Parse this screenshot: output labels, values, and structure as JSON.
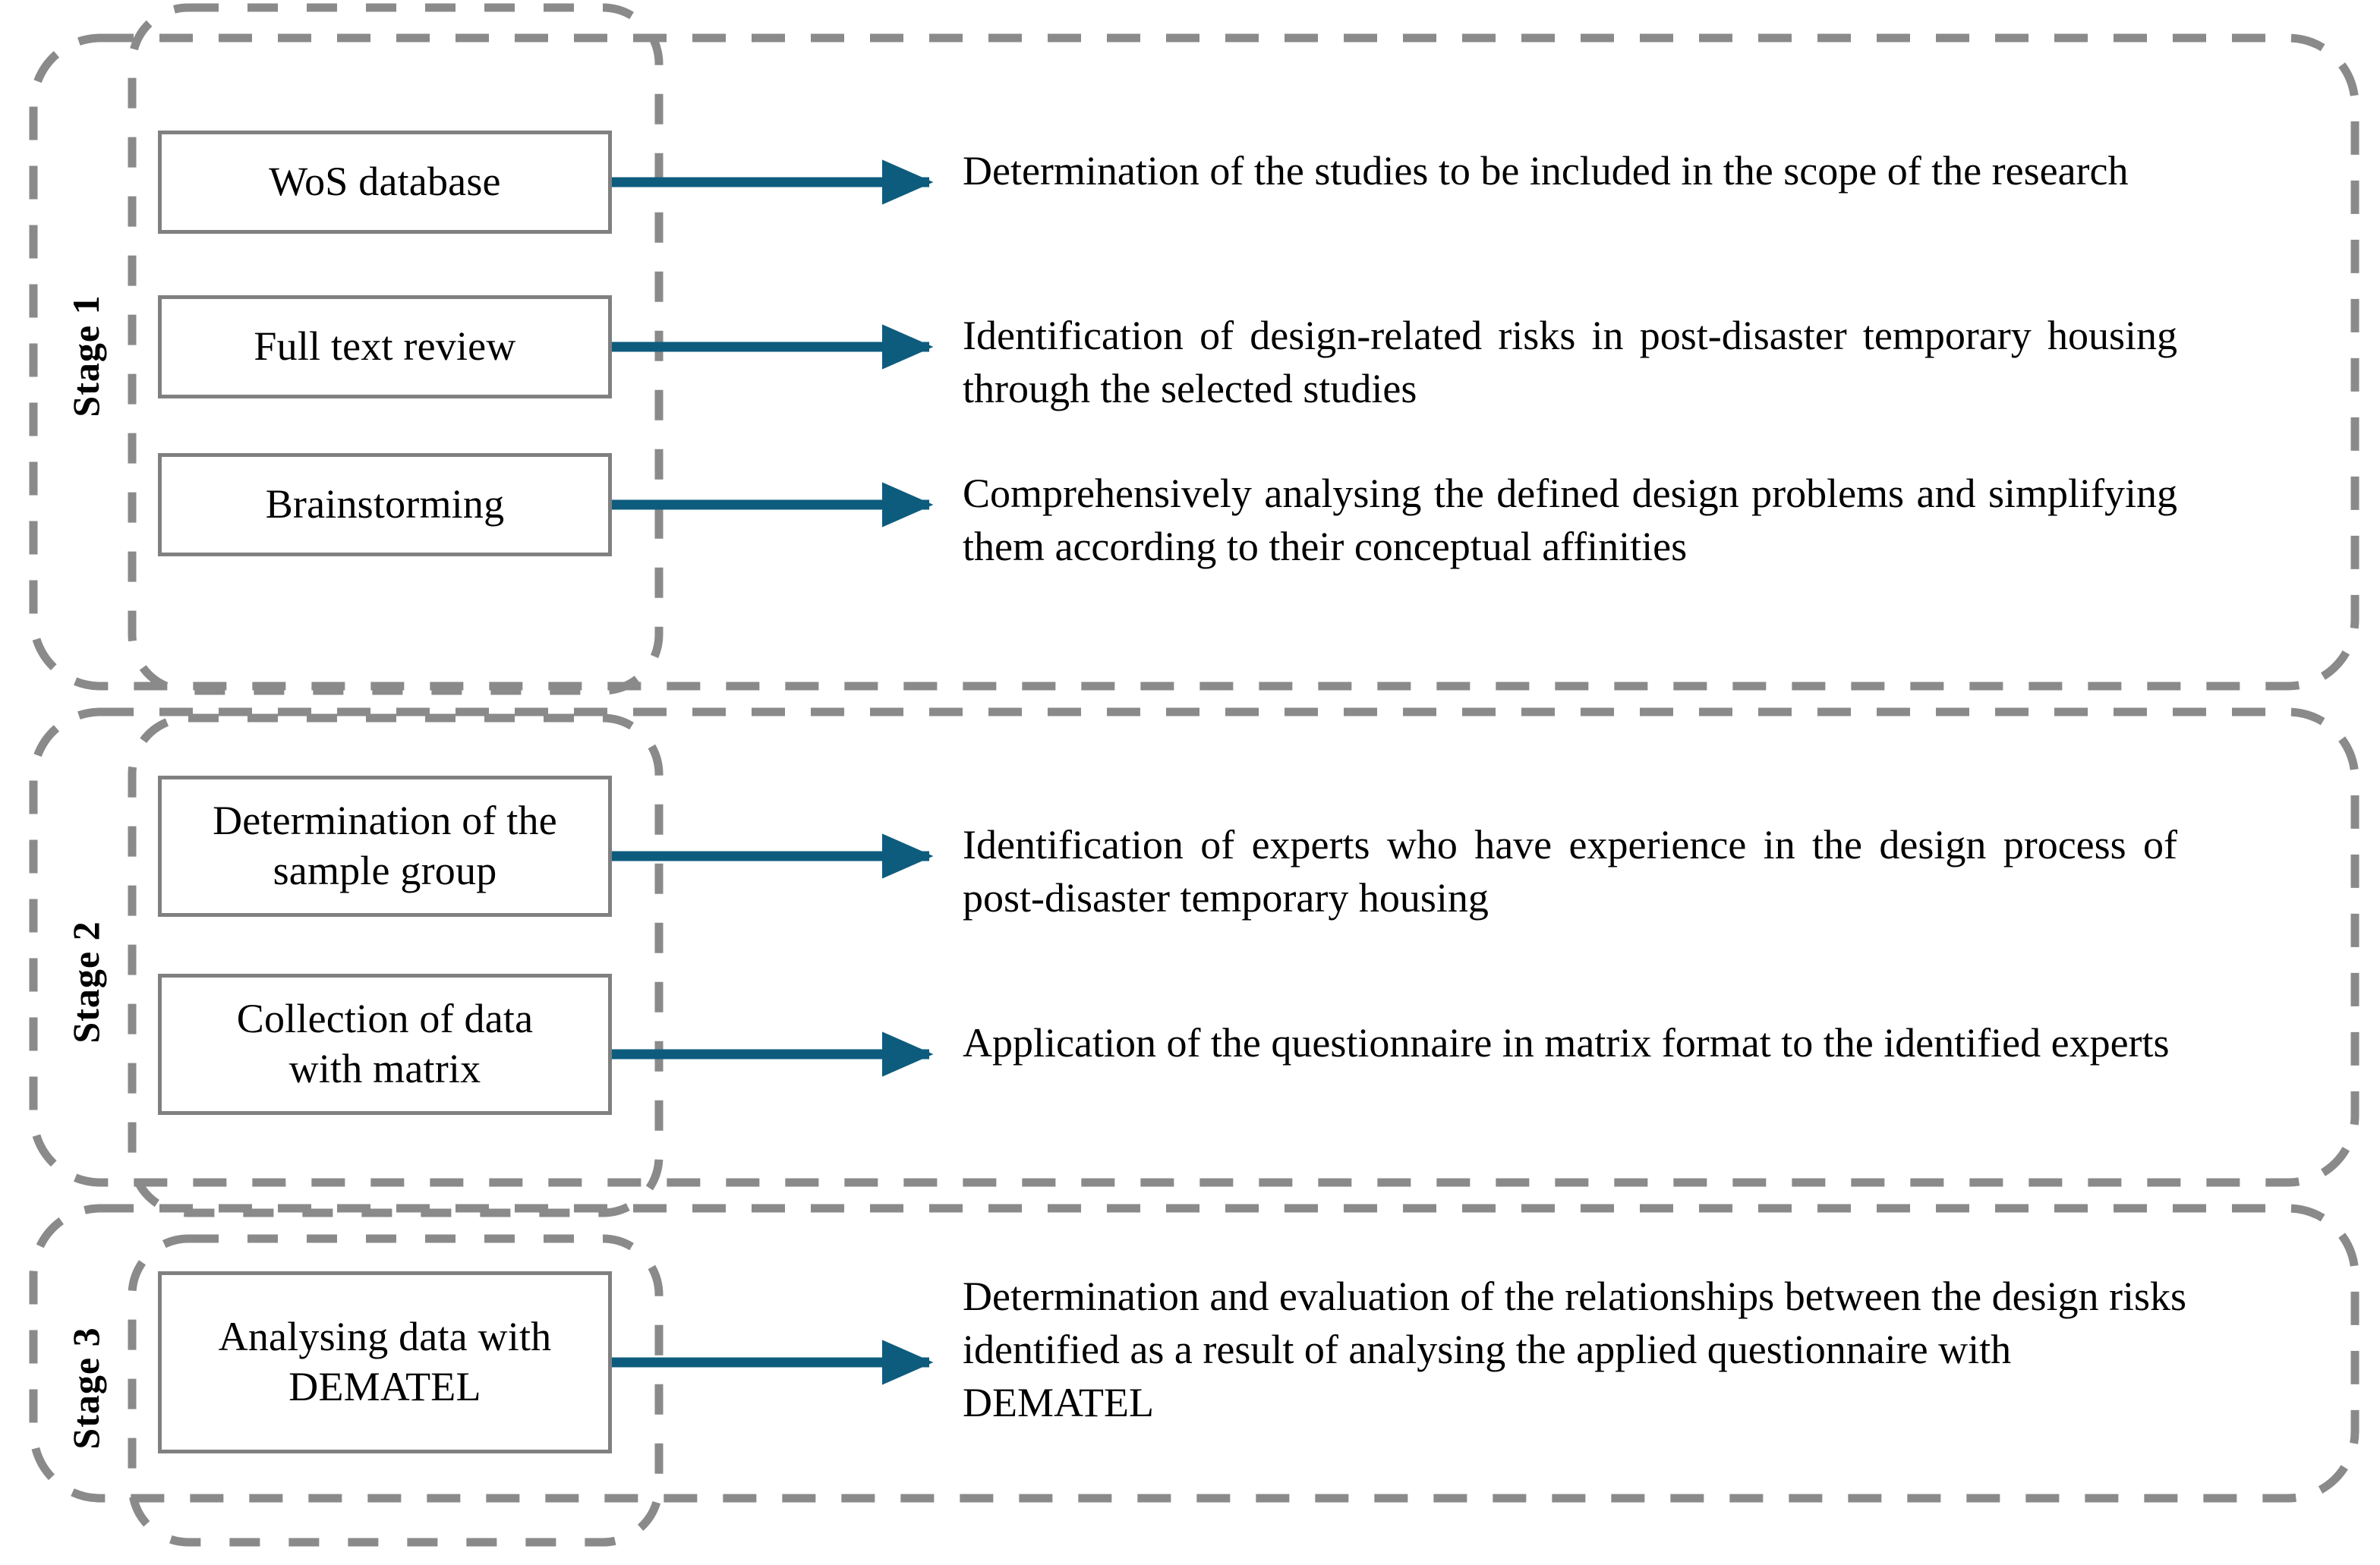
{
  "figure": {
    "type": "process-flow-diagram",
    "title": "Research methodology stages",
    "colors": {
      "arrow": "#0d5c7e",
      "box_border": "#808080",
      "dashed_container": "#8a8a8a",
      "text": "#000000",
      "background": "#ffffff"
    }
  },
  "stages": [
    {
      "id": "stage-1",
      "label": "Stage 1",
      "steps": [
        {
          "id": "step-wos-database",
          "box_label": "WoS database",
          "box_lines": [
            "WoS database"
          ],
          "description": "Determination of the studies to be included in the scope of the research",
          "arrow": "arrow-right-icon"
        },
        {
          "id": "step-full-text-review",
          "box_label": "Full text review",
          "box_lines": [
            "Full text review"
          ],
          "description": "Identification of design-related risks in post-disaster temporary housing through the selected studies",
          "arrow": "arrow-right-icon"
        },
        {
          "id": "step-brainstorming",
          "box_label": "Brainstorming",
          "box_lines": [
            "Brainstorming"
          ],
          "description": "Comprehensively analysing the defined design problems and simplifying them according to their conceptual affinities",
          "arrow": "arrow-right-icon"
        }
      ]
    },
    {
      "id": "stage-2",
      "label": "Stage 2",
      "steps": [
        {
          "id": "step-determination-of-sample-group",
          "box_label": "Determination of the sample group",
          "box_lines": [
            "Determination of the",
            "sample group"
          ],
          "description": "Identification of experts who have experience in the design process of post-disaster temporary housing",
          "arrow": "arrow-right-icon"
        },
        {
          "id": "step-collection-of-data-with-matrix",
          "box_label": "Collection of data with matrix",
          "box_lines": [
            "Collection of data",
            "with matrix"
          ],
          "description": "Application of the questionnaire in matrix format to the identified experts",
          "arrow": "arrow-right-icon"
        }
      ]
    },
    {
      "id": "stage-3",
      "label": "Stage 3",
      "steps": [
        {
          "id": "step-analysing-data-with-dematel",
          "box_label": "Analysing data with DEMATEL",
          "box_lines": [
            "Analysing data with",
            "DEMATEL"
          ],
          "description": "Determination and evaluation of the relationships between the design risks identified as a result of analysing the applied questionnaire with DEMATEL",
          "arrow": "arrow-right-icon"
        }
      ]
    }
  ]
}
